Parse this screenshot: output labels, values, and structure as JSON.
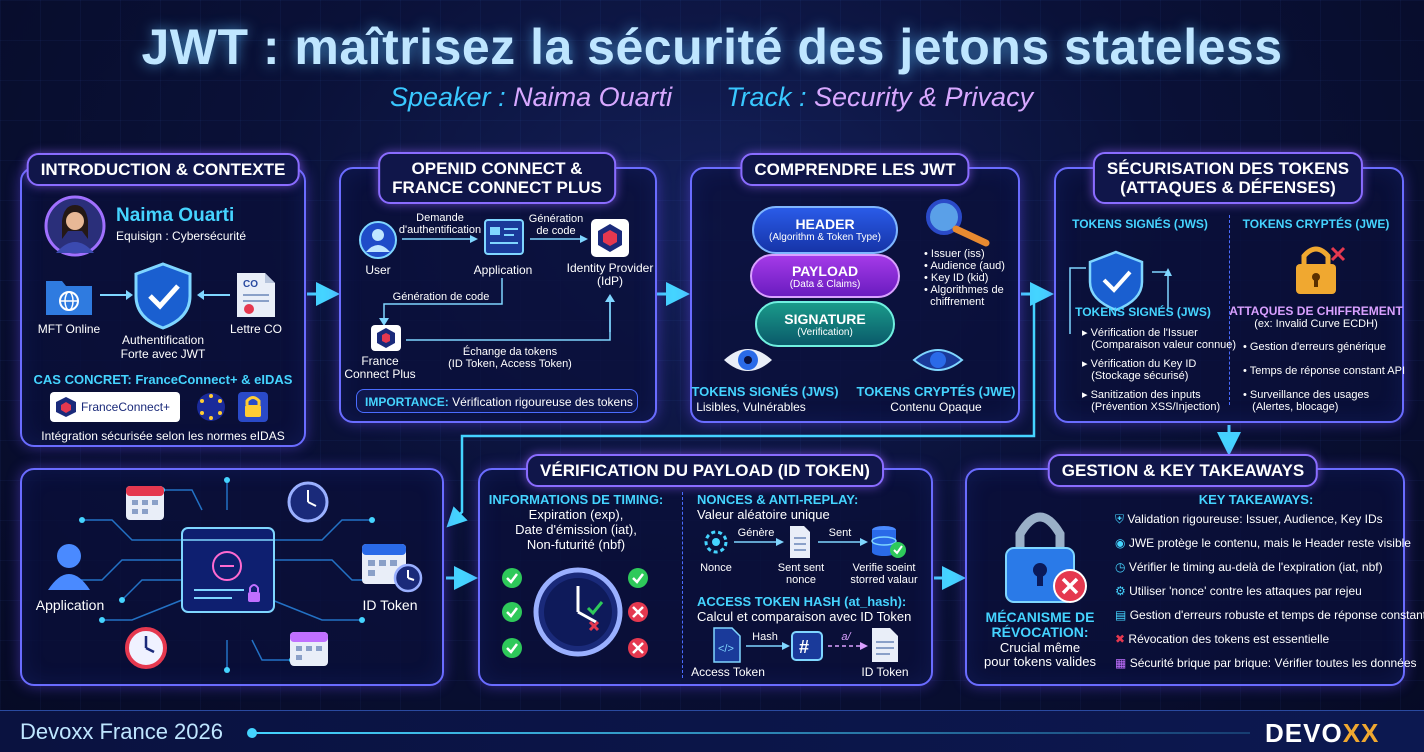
{
  "header": {
    "title": "JWT : maîtrisez la sécurité des jetons stateless",
    "speaker_key": "Speaker :",
    "speaker_val": "Naima Ouarti",
    "track_key": "Track :",
    "track_val": "Security & Privacy"
  },
  "intro": {
    "title": "INTRODUCTION & CONTEXTE",
    "name": "Naima Ouarti",
    "role": "Equisign : Cybersécurité",
    "mft": "MFT Online",
    "auth": [
      "Authentification",
      "Forte avec JWT"
    ],
    "lettre": "Lettre CO",
    "co_tag": "CO",
    "cas": "CAS CONCRET: FranceConnect+ & eIDAS",
    "fc_label": "FranceConnect+",
    "integration": "Intégration sécurisée selon les normes eIDAS"
  },
  "openid": {
    "title": [
      "OPENID CONNECT &",
      "FRANCE CONNECT PLUS"
    ],
    "user": "User",
    "demande": [
      "Demande",
      "d'authentification"
    ],
    "application": "Application",
    "generation_code_top": [
      "Génération",
      "de code"
    ],
    "idp": [
      "Identity Provider",
      "(IdP)"
    ],
    "generation_code": "Génération de code",
    "fcp": [
      "France",
      "Connect Plus"
    ],
    "echange": [
      "Échange da tokens",
      "(ID Token, Access Token)"
    ],
    "importance_key": "IMPORTANCE:",
    "importance_val": "Vérification rigoureuse des tokens"
  },
  "jwt": {
    "title": "COMPRENDRE LES JWT",
    "header": "HEADER",
    "header_sub": "(Algorithm & Token Type)",
    "payload": "PAYLOAD",
    "payload_sub": "(Data & Claims)",
    "signature": "SIGNATURE",
    "signature_sub": "(Verification)",
    "claims": [
      "Issuer (iss)",
      "Audience (aud)",
      "Key ID (kid)",
      "Algorithmes de",
      "chiffrement"
    ],
    "jws": "TOKENS SIGNÉS (JWS)",
    "jws_sub": "Lisibles, Vulnérables",
    "jwe": "TOKENS CRYPTÉS (JWE)",
    "jwe_sub": "Contenu Opaque"
  },
  "secu": {
    "title": [
      "SÉCURISATION DES TOKENS",
      "(ATTAQUES & DÉFENSES)"
    ],
    "tab_jws": "TOKENS SIGNÉS (JWS)",
    "tab_jwe": "TOKENS CRYPTÉS (JWE)",
    "jws_label": "TOKENS SIGNÉS (JWS)",
    "jws_items": [
      [
        "Vérification de l'Issuer",
        "(Comparaison valeur connue)"
      ],
      [
        "Vérification du Key ID",
        "(Stockage sécurisé)"
      ],
      [
        "Sanitization des inputs",
        "(Prévention XSS/Injection)"
      ]
    ],
    "jwe_attack": "ATTAQUES DE CHIFFREMENT",
    "jwe_attack_sub": "(ex: Invalid Curve ECDH)",
    "jwe_items": [
      [
        "Gestion d'erreurs générique"
      ],
      [
        "Temps de réponse constant API"
      ],
      [
        "Surveillance des usages",
        "(Alertes, blocage)"
      ]
    ]
  },
  "flow": {
    "application": "Application",
    "id_token": "ID Token"
  },
  "verif": {
    "title": "VÉRIFICATION DU PAYLOAD (ID TOKEN)",
    "timing_title": "INFORMATIONS DE TIMING:",
    "timing": [
      "Expiration (exp),",
      "Date d'émission (iat),",
      "Non-futurité (nbf)"
    ],
    "nonce_title": "NONCES & ANTI-REPLAY:",
    "nonce_sub": "Valeur aléatoire unique",
    "genere": "Génère",
    "sent": "Sent",
    "nonce": "Nonce",
    "sent_nonce": [
      "Sent sent",
      "nonce"
    ],
    "verify": [
      "Verifie soeint",
      "storred valaur"
    ],
    "hash_title": "ACCESS TOKEN HASH (at_hash):",
    "hash_sub": "Calcul et comparaison avec ID Token",
    "hash": "Hash",
    "hash_glyph": "a/",
    "access_token": "Access Token",
    "id_token": "ID Token"
  },
  "gestion": {
    "title": "GESTION & KEY TAKEAWAYS",
    "kt_title": "KEY TAKEAWAYS:",
    "revocation": [
      "MÉCANISME DE",
      "RÉVOCATION:"
    ],
    "revocation_sub": [
      "Crucial même",
      "pour tokens valides"
    ],
    "items": [
      "Validation rigoureuse: Issuer, Audience, Key IDs",
      "JWE protège le contenu, mais le Header reste visible",
      "Vérifier le timing au-delà de l'expiration (iat, nbf)",
      "Utiliser 'nonce' contre les attaques par rejeu",
      "Gestion d'erreurs robuste et temps de réponse constant",
      "Révocation des tokens est essentielle",
      "Sécurité brique par brique: Vérifier toutes les données"
    ]
  },
  "footer": {
    "event": "Devoxx France 2026",
    "logo_main": "DEVO",
    "logo_accent": "XX"
  },
  "colors": {
    "accent_cyan": "#45d4ff",
    "accent_purple": "#8a6cff",
    "danger": "#e5384f",
    "ok": "#2ec95a"
  }
}
